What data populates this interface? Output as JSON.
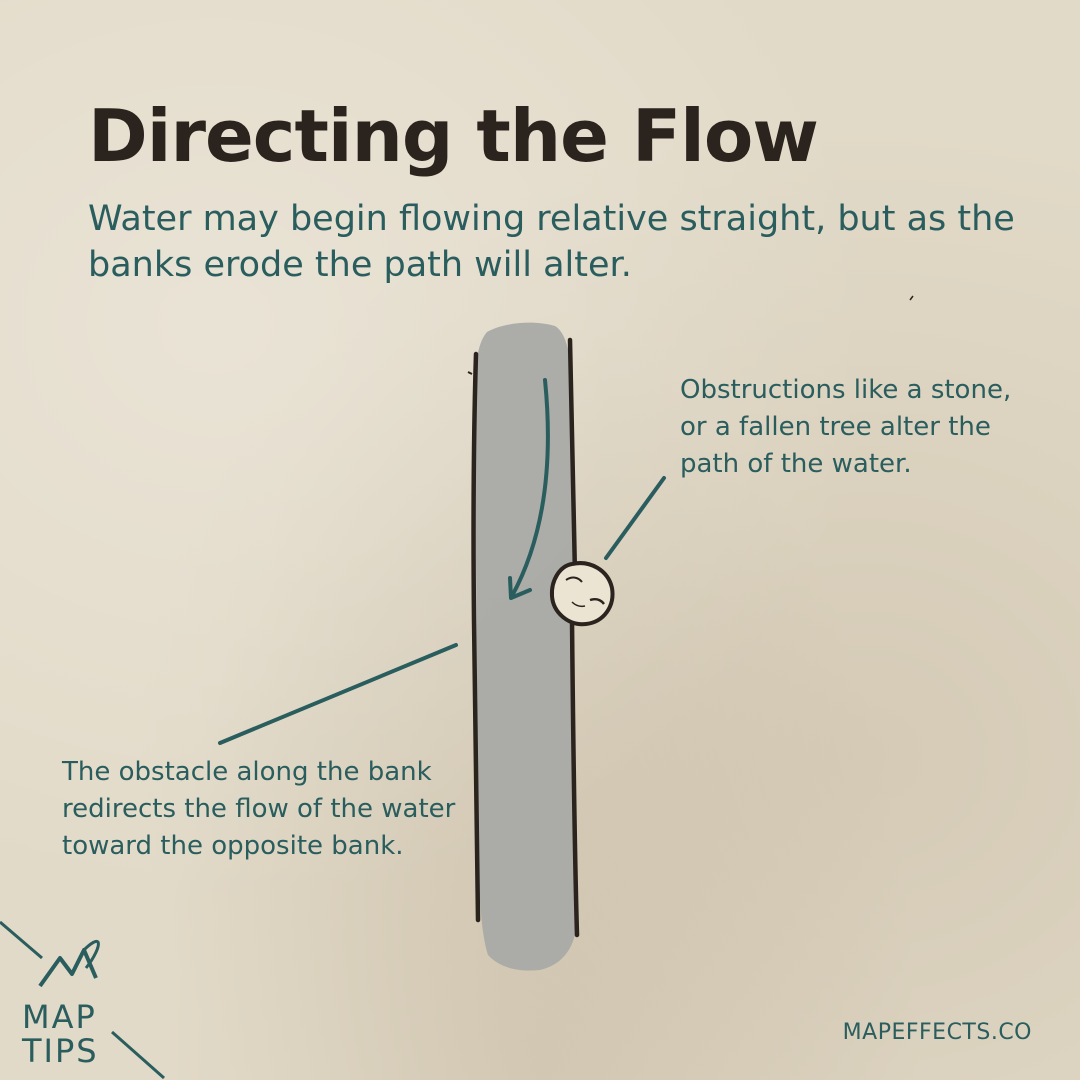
{
  "title": "Directing the Flow",
  "subtitle": "Water may begin flowing relative straight, but as the banks erode the path will alter.",
  "annotations": {
    "obstruction": "Obstructions like a stone, or a fallen tree alter the path of the water.",
    "obstacle": "The obstacle along the bank redirects the flow of the water toward the opposite bank."
  },
  "logo": {
    "line1": "MAP",
    "line2": "TIPS",
    "icon": "quill-mountain-icon"
  },
  "website": "MAPEFFECTS.CO",
  "colors": {
    "background": "#e2dac8",
    "title": "#2b231d",
    "accent": "#2a5d5d",
    "water": "#a8a9a6",
    "bank": "#2b231d"
  }
}
